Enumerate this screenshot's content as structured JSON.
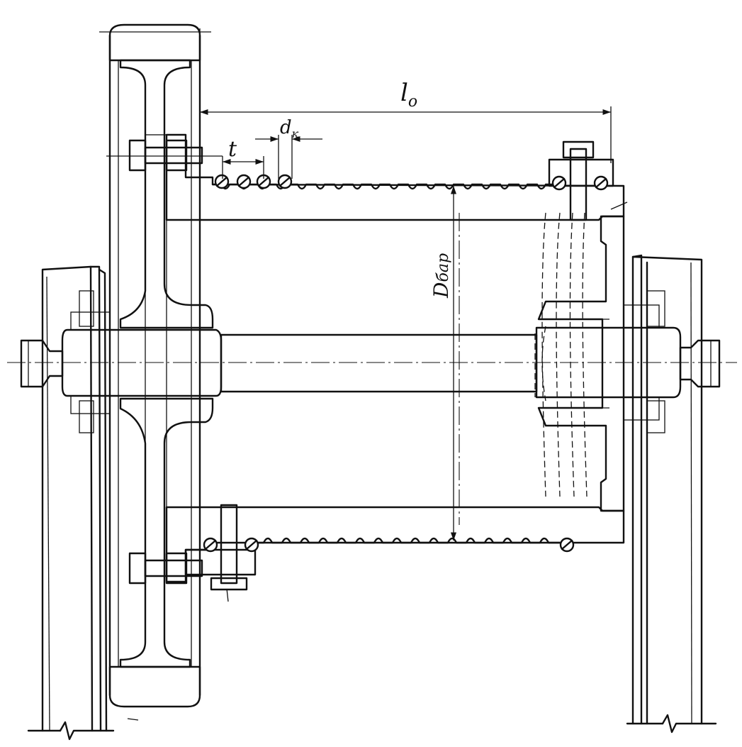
{
  "labels": {
    "length": "l",
    "length_sub": "o",
    "pitch": "t",
    "rope_diam": "d",
    "rope_diam_sub": "к",
    "drum_diam": "D",
    "drum_diam_sub": "бар"
  },
  "colors": {
    "ink": "#111111",
    "paper": "#ffffff"
  }
}
